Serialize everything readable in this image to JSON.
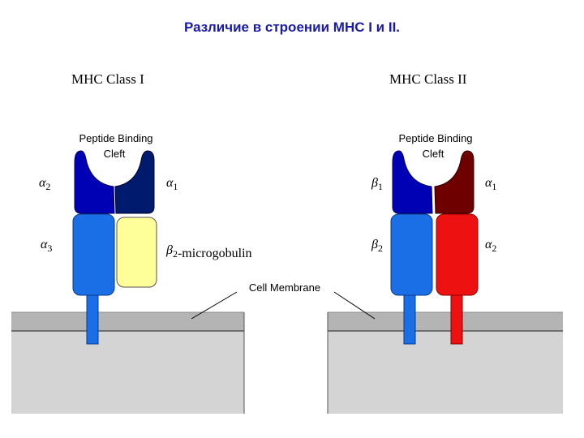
{
  "title": "Различие в строении MHC I и II.",
  "class1": {
    "heading": "MHC Class I",
    "cleft_line1": "Peptide Binding",
    "cleft_line2": "Cleft",
    "a2": "α2",
    "a1": "α1",
    "a3": "α3",
    "b2m_prefix": "β2",
    "b2m_suffix": "-microgobulin"
  },
  "class2": {
    "heading": "MHC Class II",
    "cleft_line1": "Peptide Binding",
    "cleft_line2": "Cleft",
    "b1": "β1",
    "a1": "α1",
    "b2": "β2",
    "a2": "α2"
  },
  "membrane_label": "Cell Membrane",
  "colors": {
    "title": "#1a1aa8",
    "blue_dark": "#0000b4",
    "navy": "#001a6e",
    "blue_light": "#1a6ee6",
    "yellow": "#ffff99",
    "dark_red": "#6e0000",
    "red": "#ee1111",
    "membrane": "#b4b4b4",
    "cell": "#d4d4d4"
  }
}
